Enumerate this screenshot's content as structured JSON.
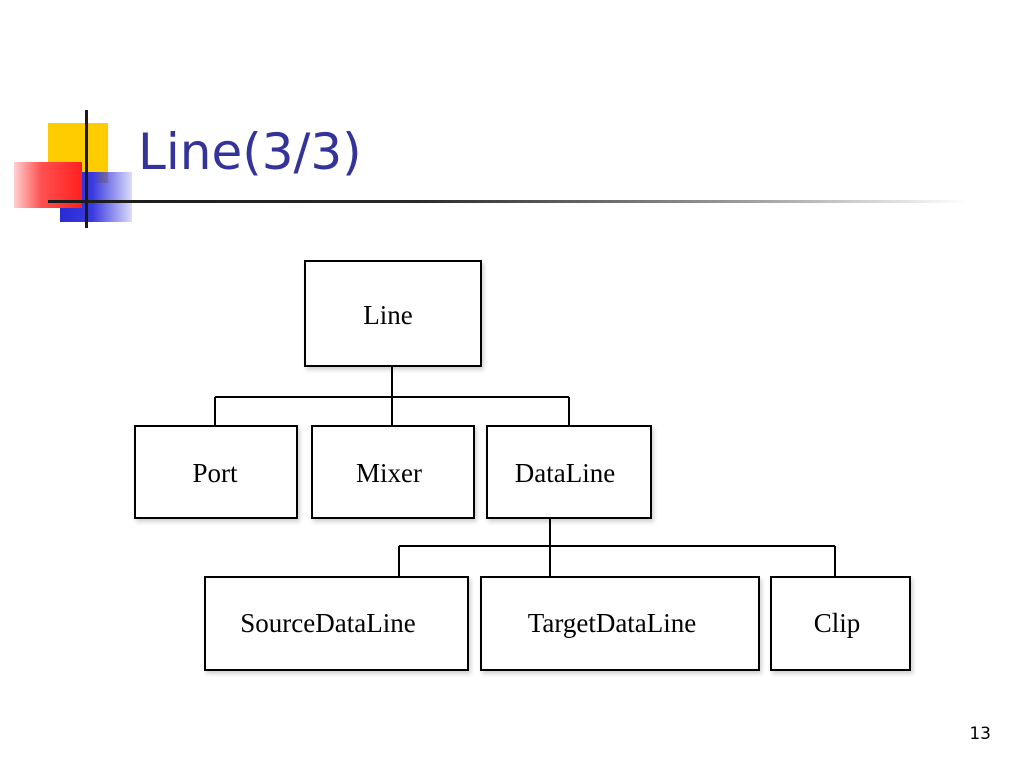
{
  "slide": {
    "title": "Line(3/3)",
    "page_number": "13"
  },
  "diagram": {
    "nodes": {
      "line": "Line",
      "port": "Port",
      "mixer": "Mixer",
      "dataline": "DataLine",
      "sourcedataline": "SourceDataLine",
      "targetdataline": "TargetDataLine",
      "clip": "Clip"
    }
  }
}
